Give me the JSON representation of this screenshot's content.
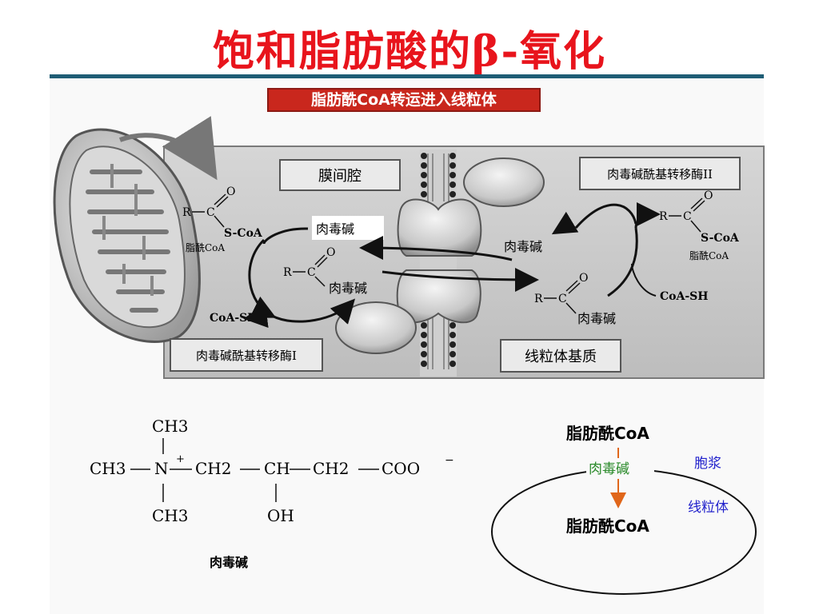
{
  "title": "饱和脂肪酸的β-氧化",
  "banner": "脂肪酰CoA转运进入线粒体",
  "diagram": {
    "intermembrane_space": "膜间腔",
    "matrix": "线粒体基质",
    "enzyme_1": "肉毒碱酰基转移酶I",
    "enzyme_2": "肉毒碱酰基转移酶II",
    "left": {
      "r": "R",
      "o": "O",
      "c": "C",
      "scoa": "S-CoA",
      "acyl_coa": "脂酰CoA",
      "coa_sh": "CoA-SH",
      "carnitine": "肉毒碱",
      "acyl_carnitine": "肉毒碱"
    },
    "right": {
      "r": "R",
      "o": "O",
      "c": "C",
      "scoa": "S-CoA",
      "acyl_coa": "脂酰CoA",
      "coa_sh": "CoA-SH",
      "carnitine": "肉毒碱",
      "acyl_carnitine": "肉毒碱"
    }
  },
  "structure": {
    "ch3_top": "CH3",
    "ch3_left": "CH3",
    "n": "N",
    "plus": "+",
    "ch2_a": "CH2",
    "ch": "CH",
    "ch2_b": "CH2",
    "coo": "COO",
    "minus": "−",
    "ch3_bottom": "CH3",
    "oh": "OH",
    "caption": "肉毒碱"
  },
  "schematic": {
    "top": "脂肪酰CoA",
    "middle": "肉毒碱",
    "bottom": "脂肪酰CoA",
    "cytoplasm": "胞浆",
    "mitochondrion": "线粒体"
  },
  "colors": {
    "title": "#e8141c",
    "rule": "#1f5d75",
    "banner": "#c9271d",
    "carnitine_green": "#2a8a2a",
    "arrow_orange": "#e0661a",
    "label_blue": "#2222cc"
  }
}
